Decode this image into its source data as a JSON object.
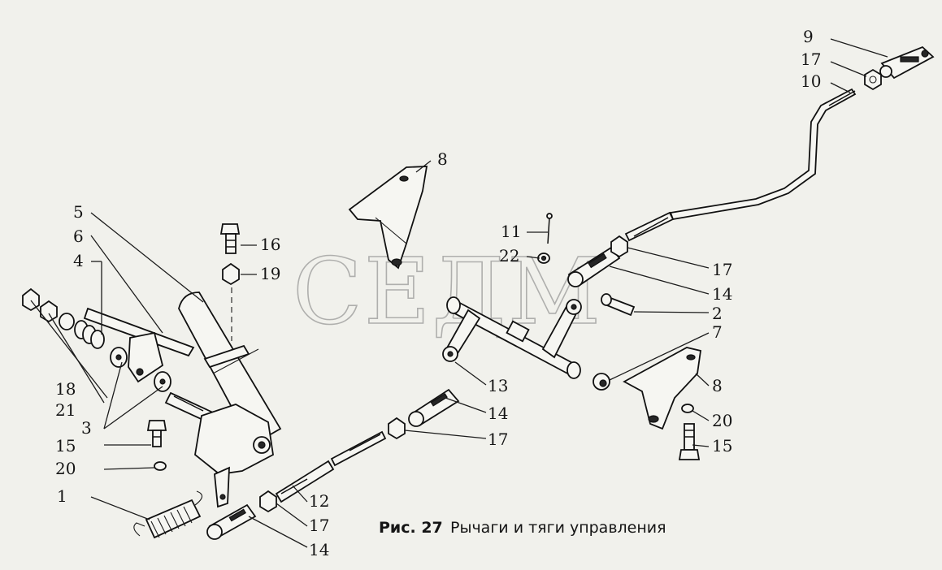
{
  "watermark": "СЕДМ",
  "caption": {
    "figure": "Рис. 27",
    "title": "Рычаги и тяги управления"
  },
  "callouts": {
    "c9": "9",
    "c17a": "17",
    "c10": "10",
    "c8a": "8",
    "c11": "11",
    "c22": "22",
    "c17b": "17",
    "c14a": "14",
    "c2": "2",
    "c7": "7",
    "c8b": "8",
    "c20b": "20",
    "c15b": "15",
    "c5": "5",
    "c6": "6",
    "c4": "4",
    "c16": "16",
    "c19": "19",
    "c18": "18",
    "c21": "21",
    "c3": "3",
    "c15a": "15",
    "c20a": "20",
    "c13": "13",
    "c14b": "14",
    "c17c": "17",
    "c1": "1",
    "c12": "12",
    "c17d": "17",
    "c14c": "14"
  }
}
